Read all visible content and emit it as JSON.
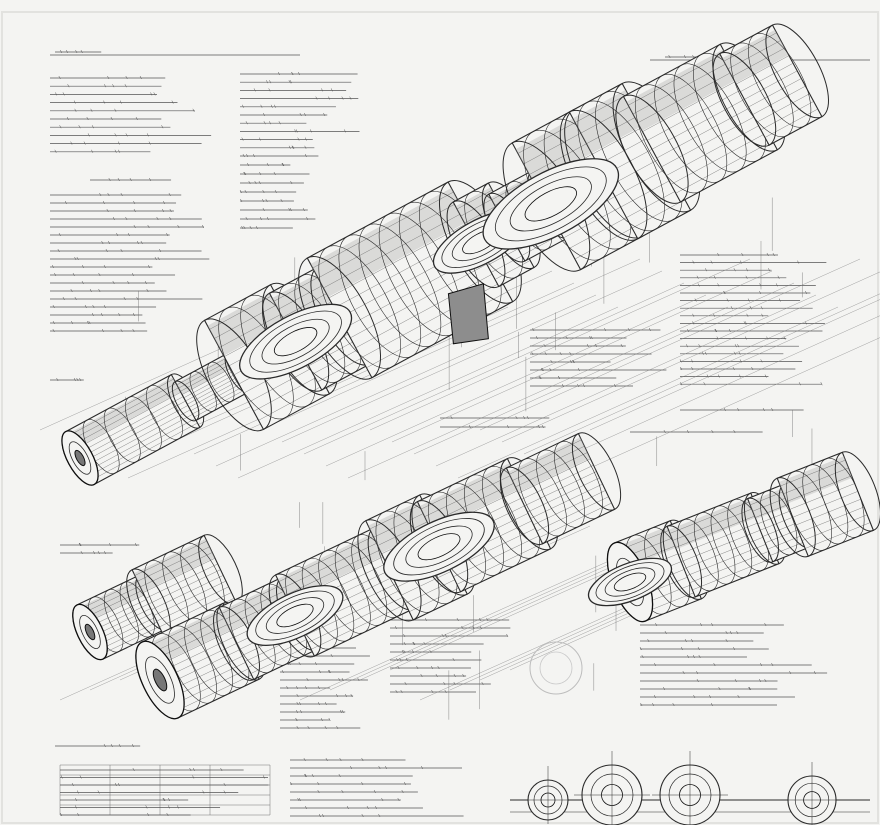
{
  "sheet": {
    "paper_color": "#f4f4f2",
    "border_color": "#e2e2df",
    "ink_color": "#2a2a2a",
    "ink_dark": "#0f0f0f",
    "scribble_color": "#555555",
    "shade_color": "#a9a9a9"
  },
  "views": [
    {
      "name": "main-shaft-assembly",
      "segments": 12
    },
    {
      "name": "twin-shaft-assembly",
      "segments": 11
    },
    {
      "name": "short-shaft-assembly",
      "segments": 7
    },
    {
      "name": "section-views-row",
      "segments": 4
    }
  ],
  "icons": [
    "blueprint-sheet-icon"
  ]
}
